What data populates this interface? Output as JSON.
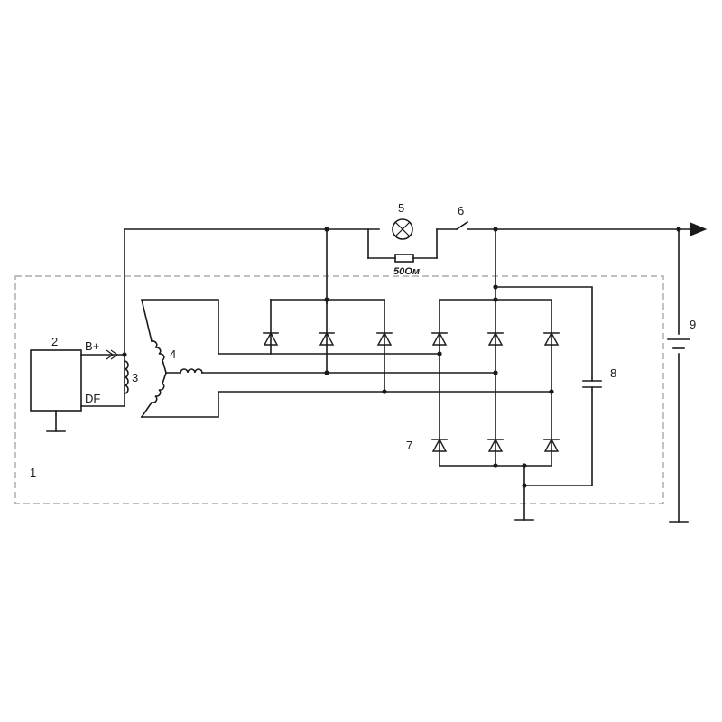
{
  "labels": {
    "n1": "1",
    "n2": "2",
    "n3": "3",
    "n4": "4",
    "n5": "5",
    "n6": "6",
    "n7": "7",
    "n8": "8",
    "n9": "9",
    "b_plus": "B+",
    "df": "DF",
    "resistor_value": "50Ом"
  },
  "colors": {
    "line": "#1a1a1a",
    "dashed_frame": "#9a9a9a",
    "background": "#ffffff"
  }
}
